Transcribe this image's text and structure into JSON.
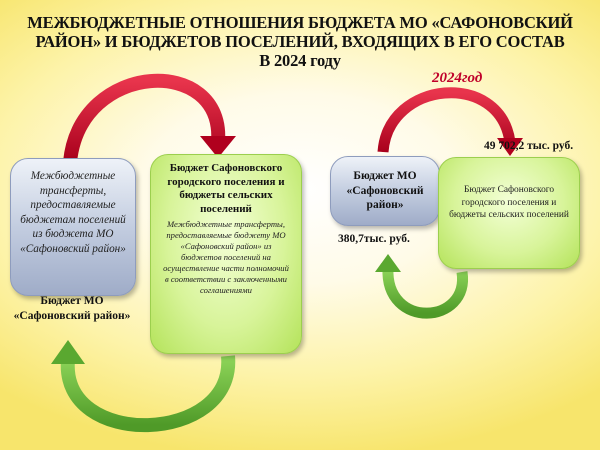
{
  "title": {
    "line1": "МЕЖБЮДЖЕТНЫЕ ОТНОШЕНИЯ БЮДЖЕТА МО «САФОНОВСКИЙ",
    "line2": "РАЙОН» И БЮДЖЕТОВ ПОСЕЛЕНИЙ, ВХОДЯЩИХ В ЕГО СОСТАВ",
    "line3": "В 2024 году"
  },
  "left_scheme": {
    "transfers_box": "Межбюджетные трансферты, предоставляемые бюджетам поселений из бюджета МО «Сафоновский район»",
    "district_label": "Бюджет МО «Сафоновский район»",
    "settlements_box_title": "Бюджет Сафоновского городского поселения и бюджеты сельских поселений",
    "settlements_box_text": "Межбюджетные трансферты, предоставляемые бюджету МО «Сафоновский район» из бюджетов поселений на осуществление части полномочий в соответствии с заключенными соглашениями"
  },
  "right_scheme": {
    "year_label": "2024год",
    "district_box": "Бюджет МО «Сафоновский район»",
    "settlements_box": "Бюджет Сафоновского городского поселения и бюджеты сельских поселений",
    "amount_to_settlements": "49 702,2 тыс. руб.",
    "amount_to_district": "380,7тыс. руб."
  },
  "colors": {
    "red_arrow": "#c8102e",
    "green_arrow": "#6fb83a",
    "year_label": "#c0002a"
  }
}
